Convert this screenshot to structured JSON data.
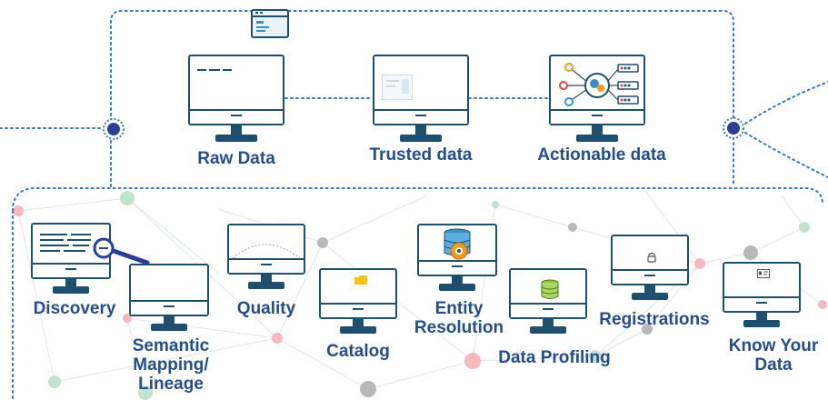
{
  "colors": {
    "accent": "#244d8c",
    "frame": "#3a78b8",
    "monitor": "#1f4f6e",
    "node_dark": "#2b3f99",
    "gear_orange": "#f29a1e",
    "db_blue": "#3a8fc8",
    "net_pink": "#f6b8bd",
    "net_gray": "#b8b8b8",
    "net_green": "#bfe3cf"
  },
  "top_row": [
    {
      "label": "Raw Data",
      "icon": "dashes-icon"
    },
    {
      "label": "Trusted data",
      "icon": "document-icon"
    },
    {
      "label": "Actionable data",
      "icon": "gear-network-icon"
    }
  ],
  "bottom_row": [
    {
      "label": "Discovery",
      "icon": "text-lines-icon"
    },
    {
      "label": "Semantic Mapping/ Lineage",
      "icon": "blank-screen-icon"
    },
    {
      "label": "Quality",
      "icon": "curve-icon"
    },
    {
      "label": "Catalog",
      "icon": "folder-icon"
    },
    {
      "label": "Entity Resolution",
      "icon": "database-gear-icon"
    },
    {
      "label": "Data Profiling",
      "icon": "database-icon"
    },
    {
      "label": "Registrations",
      "icon": "lock-icon"
    },
    {
      "label": "Know Your Data",
      "icon": "id-card-icon"
    }
  ],
  "decor": {
    "top_badge": "browser-window-icon",
    "magnifier": "magnifier-icon",
    "left_node": "connector-node-icon",
    "right_node": "connector-node-icon"
  }
}
